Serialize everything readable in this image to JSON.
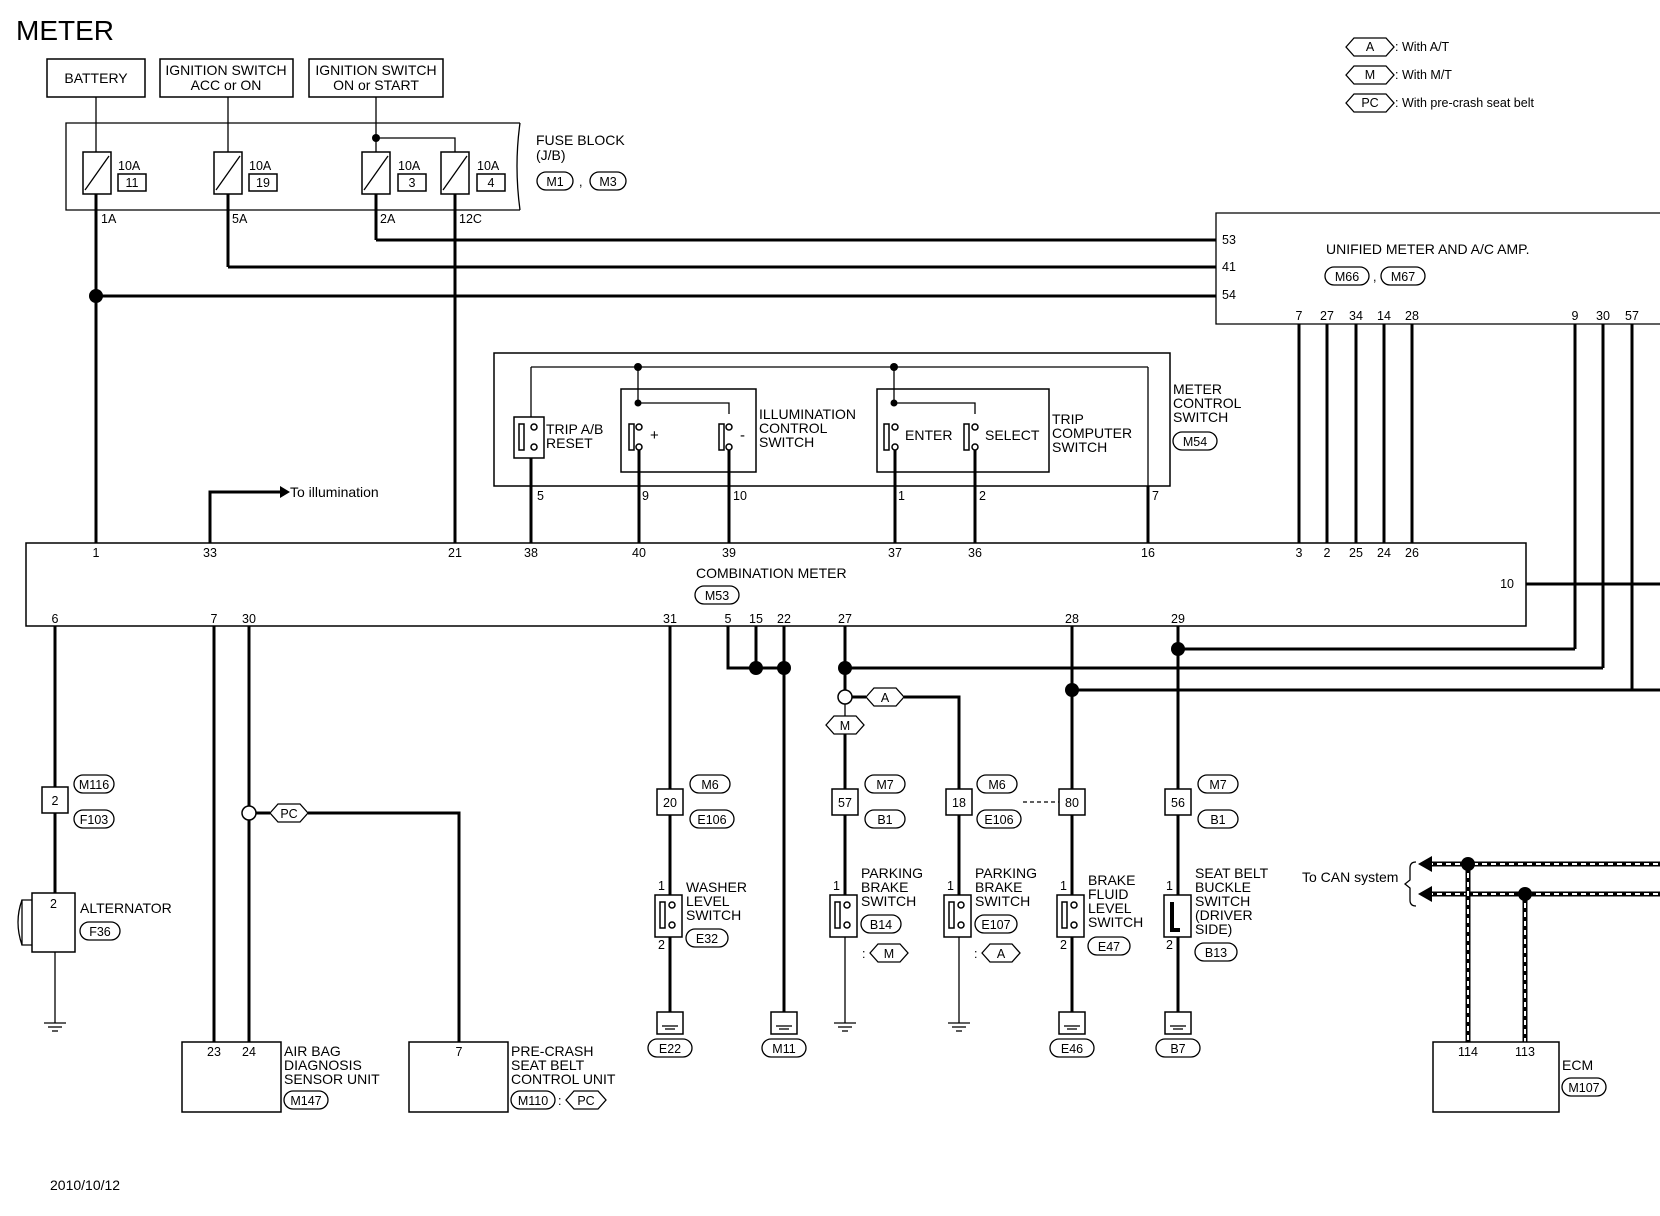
{
  "title": "METER",
  "date": "2010/10/12",
  "legend": [
    {
      "code": "A",
      "text": ": With A/T"
    },
    {
      "code": "M",
      "text": ": With M/T"
    },
    {
      "code": "PC",
      "text": ": With pre-crash seat belt"
    }
  ],
  "power": {
    "battery": "BATTERY",
    "ign_acc_1": "IGNITION SWITCH",
    "ign_acc_2": "ACC or ON",
    "ign_on_1": "IGNITION SWITCH",
    "ign_on_2": "ON or START"
  },
  "fuse_block": {
    "label_1": "FUSE BLOCK",
    "label_2": "(J/B)",
    "conn_1": "M1",
    "conn_2": "M3",
    "fuses": [
      {
        "amp": "10A",
        "num": "11",
        "out": "1A"
      },
      {
        "amp": "10A",
        "num": "19",
        "out": "5A"
      },
      {
        "amp": "10A",
        "num": "3",
        "out": "2A"
      },
      {
        "amp": "10A",
        "num": "4",
        "out": "12C"
      }
    ]
  },
  "unified_meter": {
    "label": "UNIFIED METER AND A/C AMP.",
    "conn_1": "M66",
    "conn_2": "M67",
    "pins_left": [
      "53",
      "41",
      "54"
    ],
    "pins_bottom": [
      "7",
      "27",
      "34",
      "14",
      "28",
      "9",
      "30",
      "57"
    ]
  },
  "meter_control_switch": {
    "label_1": "METER",
    "label_2": "CONTROL",
    "label_3": "SWITCH",
    "conn": "M54",
    "trip_reset_1": "TRIP A/B",
    "trip_reset_2": "RESET",
    "illum_1": "ILLUMINATION",
    "illum_2": "CONTROL",
    "illum_3": "SWITCH",
    "plus": "+",
    "minus": "-",
    "enter": "ENTER",
    "select": "SELECT",
    "trip_comp_1": "TRIP",
    "trip_comp_2": "COMPUTER",
    "trip_comp_3": "SWITCH",
    "pins": [
      "5",
      "9",
      "10",
      "1",
      "2",
      "7"
    ]
  },
  "illumination_note": "To illumination",
  "combination_meter": {
    "label": "COMBINATION METER",
    "conn": "M53",
    "pins_top": [
      "1",
      "33",
      "21",
      "38",
      "40",
      "39",
      "37",
      "36",
      "16",
      "3",
      "2",
      "25",
      "24",
      "26"
    ],
    "pins_bottom": [
      "6",
      "7",
      "30",
      "31",
      "5",
      "15",
      "22",
      "27",
      "28",
      "29"
    ],
    "pin_right": "10"
  },
  "connectors": {
    "m116": "M116",
    "f103": "F103",
    "pin2": "2",
    "m6a": "M6",
    "e106a": "E106",
    "pin20": "20",
    "m7a": "M7",
    "b1a": "B1",
    "pin57": "57",
    "m6b": "M6",
    "e106b": "E106",
    "pin18": "18",
    "pin80": "80",
    "m7b": "M7",
    "b1b": "B1",
    "pin56": "56"
  },
  "alternator": {
    "label": "ALTERNATOR",
    "conn": "F36",
    "pin": "2"
  },
  "airbag": {
    "label_1": "AIR BAG",
    "label_2": "DIAGNOSIS",
    "label_3": "SENSOR UNIT",
    "conn": "M147",
    "pin_a": "23",
    "pin_b": "24"
  },
  "precrash": {
    "label_1": "PRE-CRASH",
    "label_2": "SEAT BELT",
    "label_3": "CONTROL UNIT",
    "conn": "M110",
    "option": "PC",
    "pin": "7"
  },
  "washer": {
    "label_1": "WASHER",
    "label_2": "LEVEL",
    "label_3": "SWITCH",
    "conn": "E32",
    "pin1": "1",
    "pin2": "2",
    "ground": "E22"
  },
  "parking_mt": {
    "label_1": "PARKING",
    "label_2": "BRAKE",
    "label_3": "SWITCH",
    "conn": "B14",
    "option": "M",
    "pin1": "1"
  },
  "parking_at": {
    "label_1": "PARKING",
    "label_2": "BRAKE",
    "label_3": "SWITCH",
    "conn": "E107",
    "option": "A",
    "pin1": "1"
  },
  "brake_fluid": {
    "label_1": "BRAKE",
    "label_2": "FLUID",
    "label_3": "LEVEL",
    "label_4": "SWITCH",
    "conn": "E47",
    "pin1": "1",
    "pin2": "2",
    "ground": "E46"
  },
  "seat_belt": {
    "label_1": "SEAT BELT",
    "label_2": "BUCKLE",
    "label_3": "SWITCH",
    "label_4": "(DRIVER",
    "label_5": "SIDE)",
    "conn": "B13",
    "pin1": "1",
    "pin2": "2",
    "ground": "B7"
  },
  "ground_m11": "M11",
  "option_tags": {
    "pc": "PC",
    "a": "A",
    "m": "M"
  },
  "can": {
    "label": "To CAN system"
  },
  "ecm": {
    "label": "ECM",
    "conn": "M107",
    "pin_a": "114",
    "pin_b": "113"
  }
}
